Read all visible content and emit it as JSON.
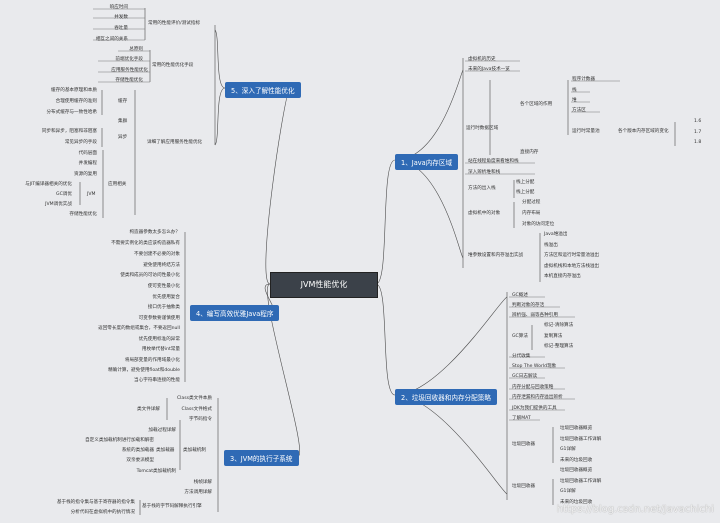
{
  "center": "JVM性能优化",
  "main": {
    "n1": "1、Java内存区域",
    "n2": "2、垃圾回收器和内存分配策略",
    "n3": "3、JVM的执行子系统",
    "n4": "4、编写高效优雅Java程序",
    "n5": "5、深入了解性能优化"
  },
  "watermark": "https://blog.csdn.net/Javachichi",
  "nodes": {
    "a1": "响应时间",
    "a2": "并发数",
    "a3": "吞吐量",
    "a4": "相互之间的关系",
    "a5": "常用的性能评价/测试指标",
    "a6": "总原则",
    "a7": "前端优化手段",
    "a8": "应用服务性能优化",
    "a9": "存储性能优化",
    "a10": "常用的性能优化手段",
    "b1": "缓存的基本原理和本质",
    "b2": "合理使用缓存的准则",
    "b3": "分布式缓存与一致性哈希",
    "b4": "缓存",
    "b5": "集群",
    "b6": "同步和异步，阻塞和非阻塞",
    "b7": "常见异步的手段",
    "b8": "异步",
    "b9": "详细了解应用服务性能优化",
    "c1": "代码层面",
    "c2": "并发编程",
    "c3": "资源的复用",
    "c4": "JVM",
    "c5": "与JIT编译器相关的优化",
    "c6": "GC调优",
    "c7": "JVM调优实战",
    "c8": "存储性能优化",
    "c9": "应用相关",
    "d1": "构造器参数太多怎么办？",
    "d2": "不需要实例化的类应该构造器私有",
    "d3": "不要创建不必要的对象",
    "d4": "避免使用终结方法",
    "d5": "使类和成员的可访问性最小化",
    "d6": "使可变性最小化",
    "d7": "优先使用复合",
    "d8": "接口优于抽象类",
    "d9": "可变参数要谨慎使用",
    "d10": "返回零长度的数组或集合，不要返回null",
    "d11": "优先使用标准的异常",
    "d12": "用枚举代替int常量",
    "d13": "将局部变量的作用域最小化",
    "d14": "精确计算，避免使用float和double",
    "d15": "当心字符串连接的性能",
    "e1": "Class类文件本质",
    "e2": "Class文件格式",
    "e3": "字节码指令",
    "e4": "类文件详解",
    "e5": "加载过程详解",
    "e6": "自定义类加载机制进行加载和解密",
    "e7": "类加载器",
    "e8": "系统的类加载器",
    "e9": "双亲委派模型",
    "e10": "Tomcat类加载机制",
    "e11": "类加载机制",
    "e12": "栈帧详解",
    "e13": "方法调用详解",
    "e14": "基于栈的指令集与基于寄存器的指令集",
    "e15": "分析代码在虚拟机中的执行情况",
    "e16": "基于栈的字节码解释执行引擎",
    "f1": "虚拟机的历史",
    "f2": "未来的Java技术一览",
    "f3": "程序计数器",
    "f4": "栈",
    "f5": "堆",
    "f6": "方法区",
    "f7": "各个区域的作用",
    "f8": "1.6",
    "f9": "1.7",
    "f10": "1.8",
    "f11": "运行时常量池",
    "f12": "各个版本内存区域的变化",
    "f13": "直接内存",
    "f14": "运行时数据区域",
    "f15": "站在线程角度来看堆和栈",
    "f16": "深入辨析堆和栈",
    "f17": "栈上分配",
    "f18": "方法的出入栈",
    "f19": "分配过程",
    "f20": "内存布局",
    "f21": "对象的访问定位",
    "f22": "虚拟机中的对象",
    "f23": "Java堆溢出",
    "f24": "栈溢出",
    "f25": "方法区和运行时常量池溢出",
    "f26": "虚拟机栈和本地方法栈溢出",
    "f27": "本机直接内存溢出",
    "f28": "堆参数设置和内存溢出实战",
    "g1": "GC概述",
    "g2": "判断对象的存活",
    "g3": "辨析强、弱等各种引用",
    "g4": "标记-清除算法",
    "g5": "复制算法",
    "g6": "标记-整理算法",
    "g7": "GC算法",
    "g8": "分代收集",
    "g9": "Stop The World现象",
    "g10": "GC日志解读",
    "g11": "内存分配与回收策略",
    "g12": "内存泄漏和内存溢出辨析",
    "g13": "JDK为我们提供的工具",
    "g14": "了解MAT",
    "g15": "垃圾回收器概览",
    "g16": "垃圾回收器工作详解",
    "g17": "G1详解",
    "g18": "未来的垃圾回收",
    "g19": "垃圾回收器",
    "g20": "垃圾回收器概览",
    "g21": "垃圾回收器工作详解",
    "g22": "G1详解",
    "g23": "未来的垃圾回收",
    "g24": "垃圾回收器"
  }
}
